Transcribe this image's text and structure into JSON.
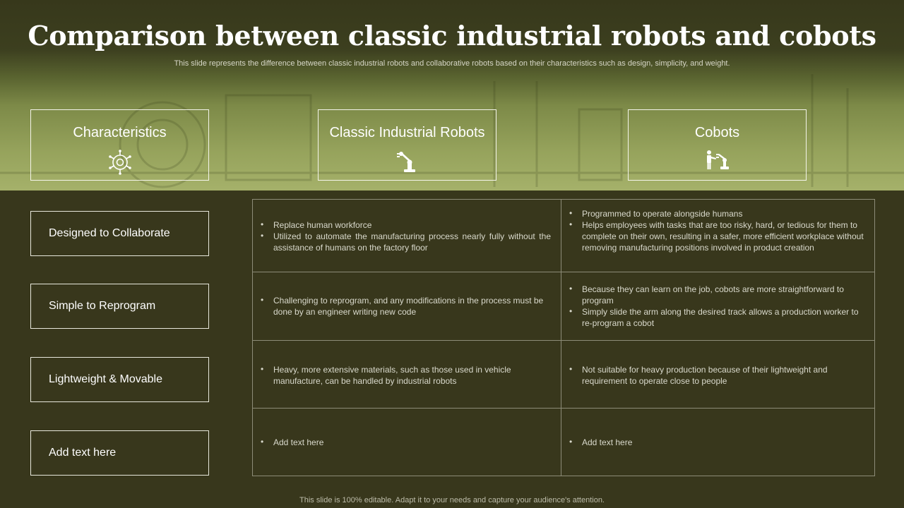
{
  "slide": {
    "title": "Comparison between classic industrial robots and cobots",
    "subtitle": "This slide represents the difference between classic industrial robots and collaborative robots based on their characteristics such as design, simplicity, and weight.",
    "footer": "This slide is 100% editable. Adapt it to your needs and capture your audience's attention."
  },
  "headers": {
    "characteristics": {
      "label": "Characteristics",
      "icon": "gear-network-icon"
    },
    "classic": {
      "label": "Classic Industrial Robots",
      "icon": "robotic-arm-icon"
    },
    "cobots": {
      "label": "Cobots",
      "icon": "human-robot-icon"
    }
  },
  "rows": [
    {
      "characteristic": "Designed to Collaborate",
      "classic": [
        "Replace human workforce",
        "Utilized to automate the manufacturing process nearly fully without the assistance of humans on the factory floor"
      ],
      "cobots": [
        "Programmed to operate  alongside humans",
        "Helps employees with tasks that are too risky, hard, or tedious for them to complete on their own, resulting in a safer, more efficient workplace without removing  manufacturing  positions involved  in product creation"
      ]
    },
    {
      "characteristic": "Simple to Reprogram",
      "classic": [
        "Challenging  to reprogram,  and any modifications in the process must be done by an engineer  writing new code"
      ],
      "cobots": [
        "Because they can learn on the job, cobots are more straightforward to program",
        "Simply slide the arm along the desired track allows a production worker to re-program  a cobot"
      ]
    },
    {
      "characteristic": "Lightweight & Movable",
      "classic": [
        "Heavy,  more extensive materials, such as those used in vehicle manufacture,  can be handled  by industrial robots"
      ],
      "cobots": [
        "Not suitable for heavy  production because of their lightweight and requirement  to operate  close to people"
      ]
    },
    {
      "characteristic": "Add text here",
      "classic": [
        "Add text here"
      ],
      "cobots": [
        "Add text here"
      ]
    }
  ]
}
